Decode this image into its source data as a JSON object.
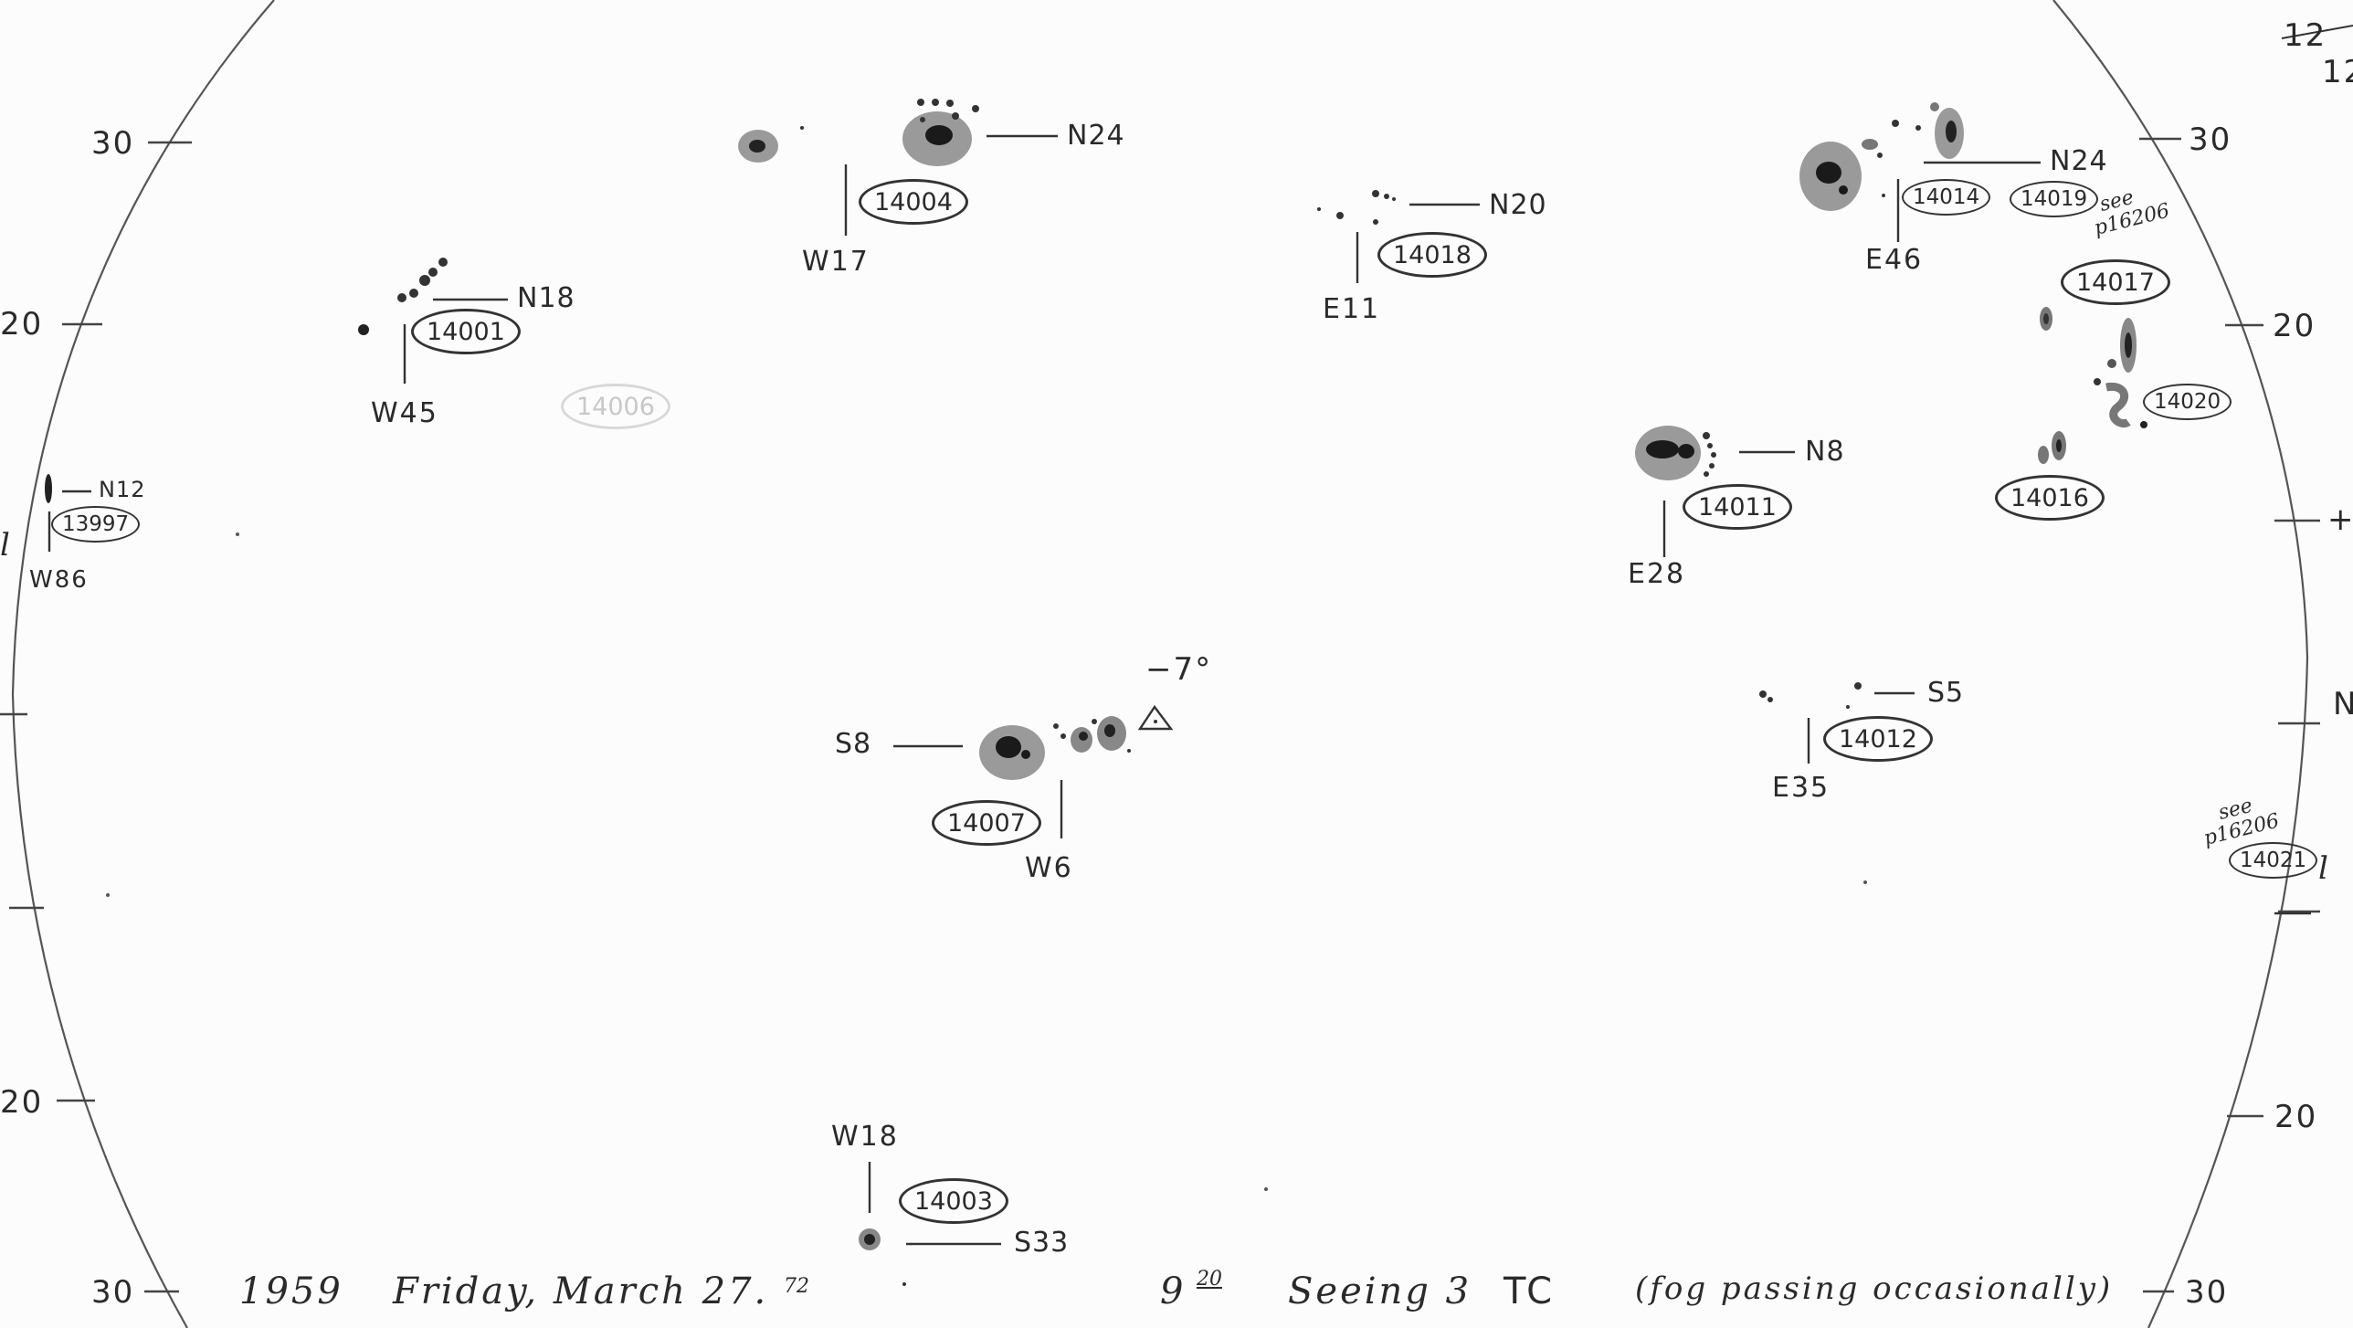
{
  "limb_ticks": {
    "left": [
      "30",
      "20",
      "20",
      "30"
    ],
    "right": [
      "30",
      "20",
      "20",
      "30"
    ]
  },
  "edge_fragments": {
    "top_right": [
      "12",
      "12"
    ],
    "right_side": [
      "+",
      "N",
      "l"
    ]
  },
  "spot_groups": [
    {
      "region": "13997",
      "lat": "N12",
      "lon": "W86"
    },
    {
      "region": "14001",
      "lat": "N18",
      "lon": "W45"
    },
    {
      "region": "14004",
      "lat": "N24",
      "lon": "W17"
    },
    {
      "region": "14018",
      "lat": "N20",
      "lon": "E11"
    },
    {
      "region": "14014",
      "lat": "N24",
      "lon": "E46"
    },
    {
      "region": "14019"
    },
    {
      "region": "14017"
    },
    {
      "region": "14020"
    },
    {
      "region": "14016"
    },
    {
      "region": "14011",
      "lat": "N8",
      "lon": "E28"
    },
    {
      "region": "14012",
      "lat": "S5",
      "lon": "E35"
    },
    {
      "region": "14007",
      "lat": "S8",
      "lon": "W6"
    },
    {
      "region": "14003",
      "lat": "S33",
      "lon": "W18"
    },
    {
      "region": "14021"
    }
  ],
  "faint_region": "14006",
  "annotations": {
    "angle": "−7°",
    "see_ref_1": "see",
    "see_ref_1_page": "p16206",
    "see_ref_2": "see",
    "see_ref_2_page": "p16206"
  },
  "footer": {
    "year": "1959",
    "date": "Friday, March 27.",
    "date_suffix": "72",
    "time": "9",
    "time_minutes": "20",
    "seeing": "Seeing 3",
    "observer": "TC",
    "remark": "(fog passing occasionally)"
  }
}
